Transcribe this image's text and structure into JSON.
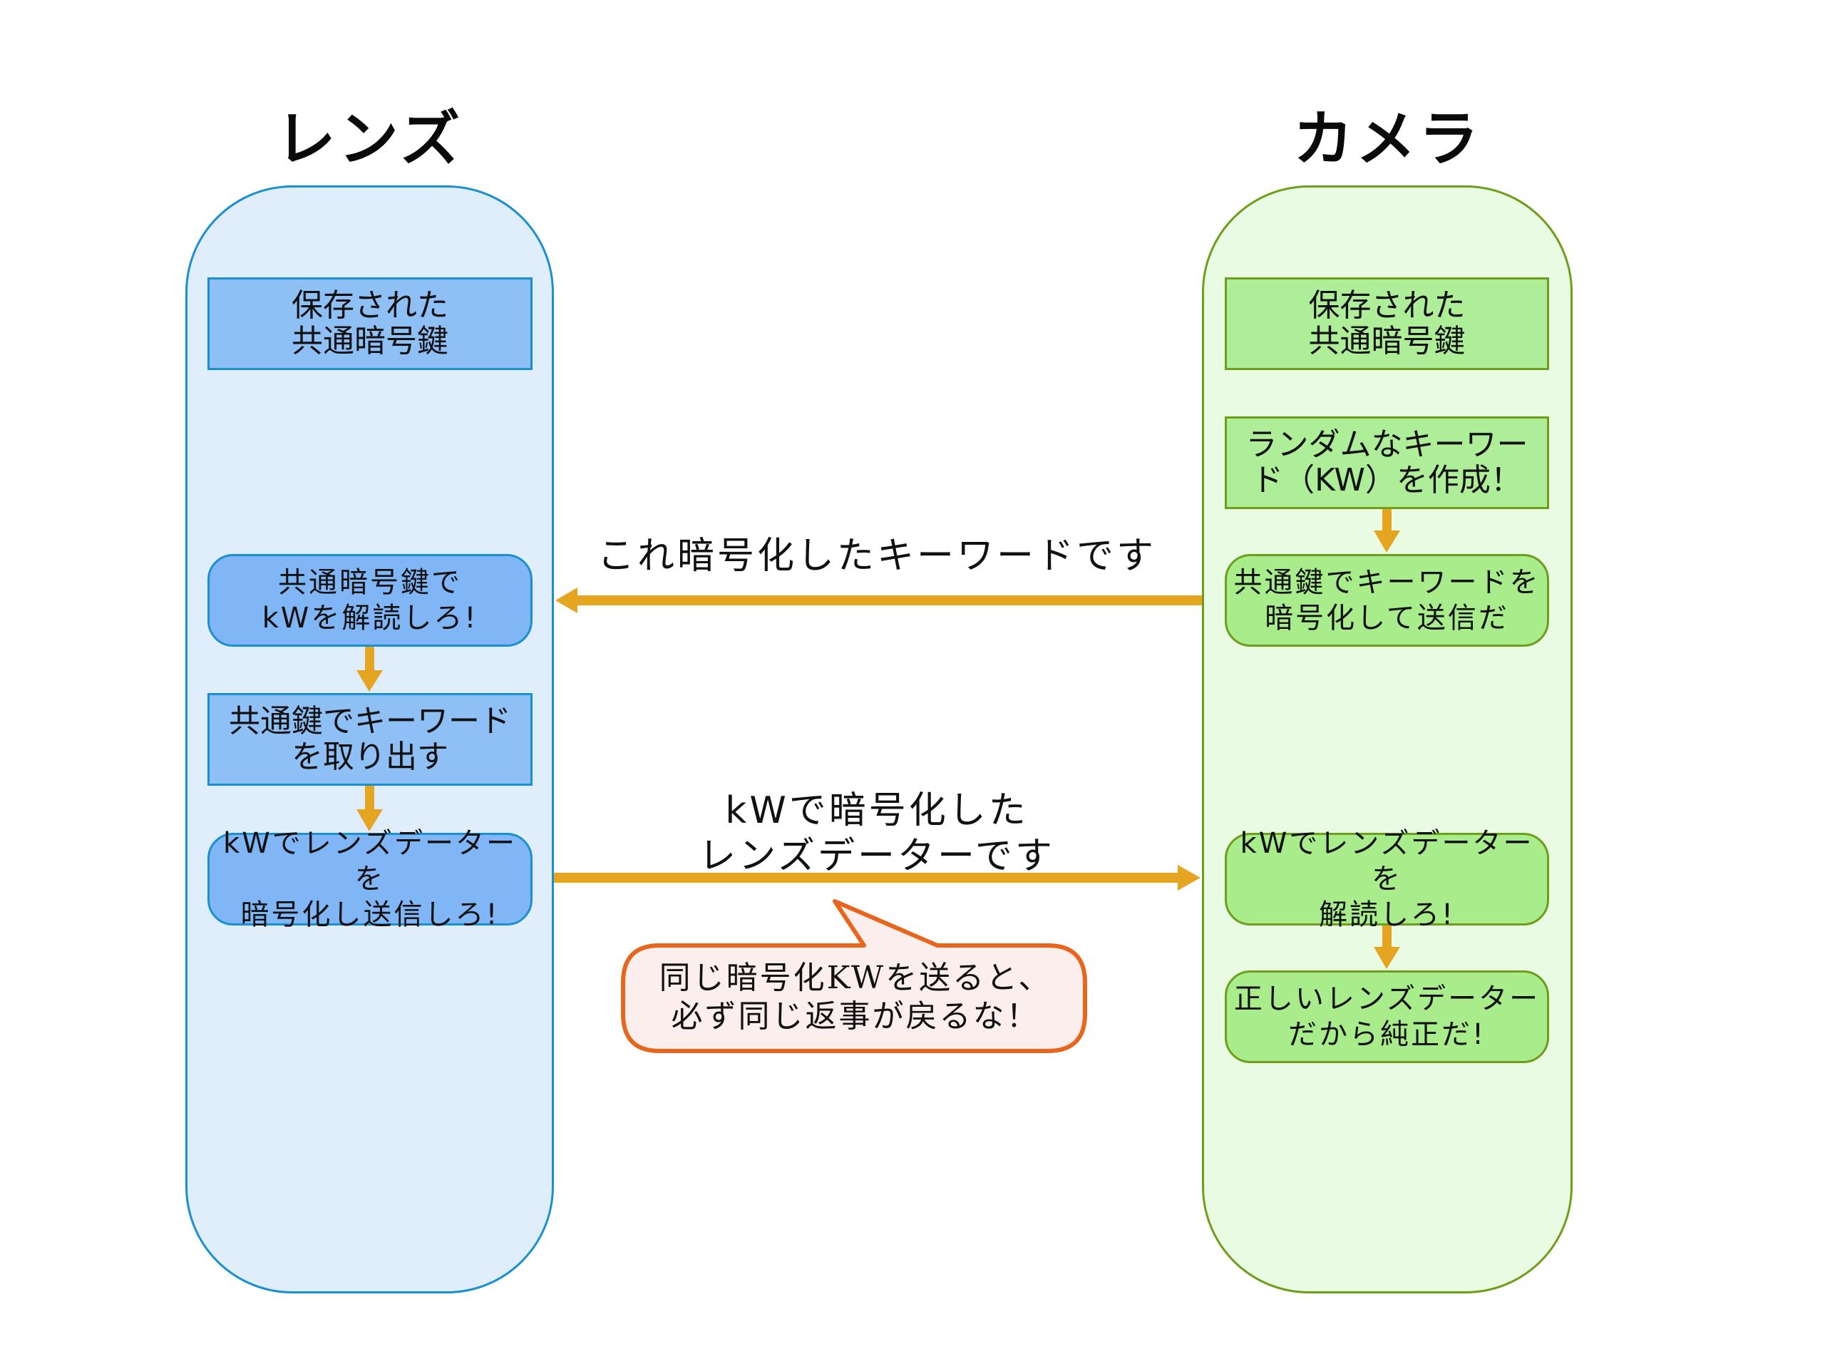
{
  "lanes": {
    "lens": {
      "title": "レンズ",
      "steps": [
        "保存された\n共通暗号鍵",
        "共通暗号鍵で\nkWを解読しろ!",
        "共通鍵でキーワード\nを取り出す",
        "kWでレンズデーターを\n暗号化し送信しろ!"
      ]
    },
    "camera": {
      "title": "カメラ",
      "steps": [
        "保存された\n共通暗号鍵",
        "ランダムなキーワー\nド（KW）を作成！",
        "共通鍵でキーワードを\n暗号化して送信だ",
        "kWでレンズデーターを\n解読しろ!",
        "正しいレンズデーター\nだから純正だ!"
      ]
    }
  },
  "messages": {
    "camera_to_lens": "これ暗号化したキーワードです",
    "lens_to_camera": "kWで暗号化した\nレンズデーターです"
  },
  "callout": {
    "text": "同じ暗号化KWを送ると、\n必ず同じ返事が戻るな！"
  },
  "colors": {
    "arrow": "#e5a521",
    "lens_border": "#1a90cf",
    "camera_border": "#6f9e1c",
    "callout_border": "#e8661c",
    "callout_fill": "#fdeeee"
  }
}
